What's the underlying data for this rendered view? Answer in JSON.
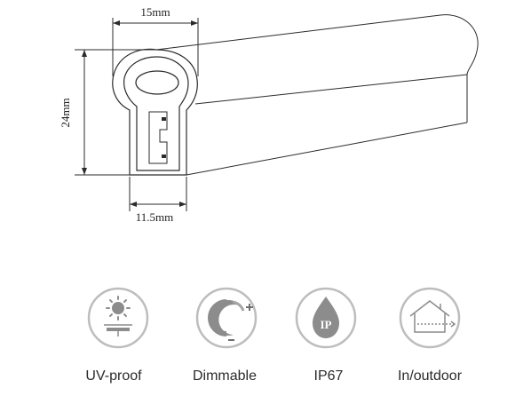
{
  "dimensions": {
    "width_label": "15mm",
    "height_label": "24mm",
    "base_label": "11.5mm"
  },
  "features": [
    {
      "label": "UV-proof",
      "icon": "sun-icon"
    },
    {
      "label": "Dimmable",
      "icon": "dimmable-icon"
    },
    {
      "label": "IP67",
      "icon": "water-drop-icon",
      "badge": "IP"
    },
    {
      "label": "In/outdoor",
      "icon": "house-icon"
    }
  ],
  "colors": {
    "icon_gray": "#8c8c8c",
    "icon_ring": "#bdbdbd",
    "line": "#2b2b2b"
  }
}
